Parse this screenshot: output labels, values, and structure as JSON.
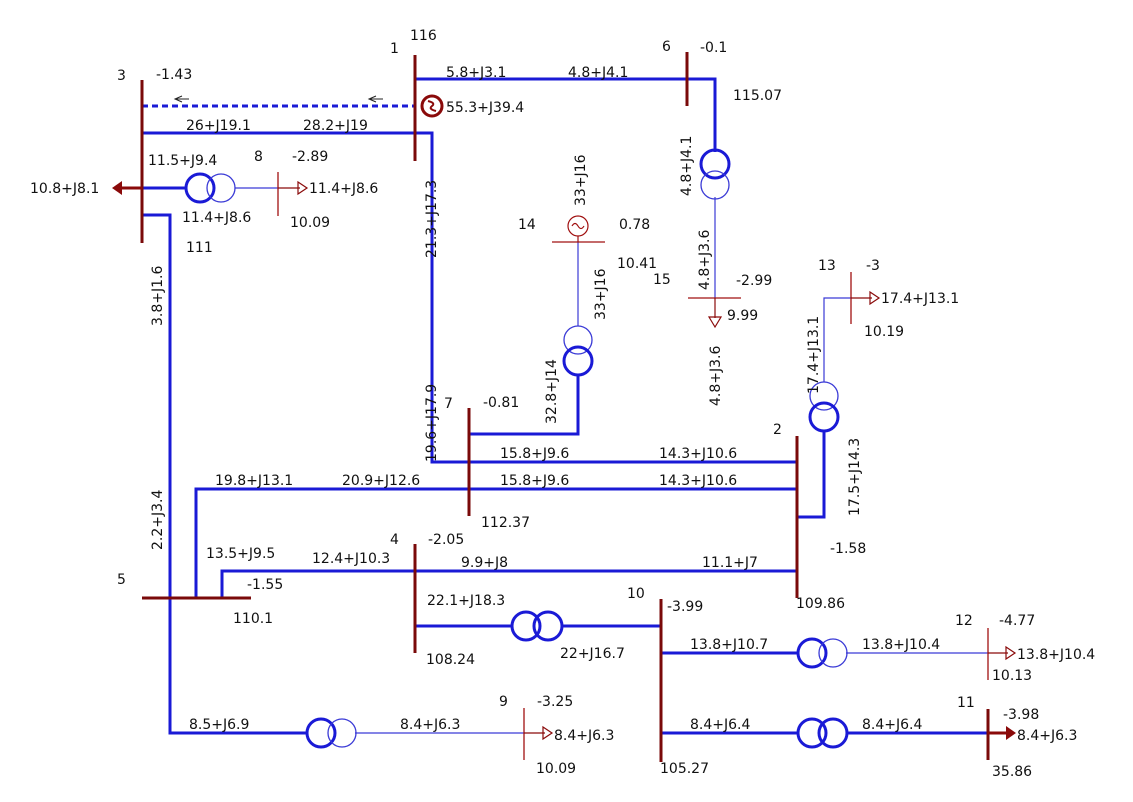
{
  "buses": [
    {
      "id": "1",
      "angle": "",
      "voltage": "116"
    },
    {
      "id": "2",
      "angle": "-1.58",
      "voltage": "109.86"
    },
    {
      "id": "3",
      "angle": "-1.43",
      "voltage": "111"
    },
    {
      "id": "4",
      "angle": "-2.05",
      "voltage": "108.24"
    },
    {
      "id": "5",
      "angle": "-1.55",
      "voltage": "110.1"
    },
    {
      "id": "6",
      "angle": "-0.1",
      "voltage": "115.07"
    },
    {
      "id": "7",
      "angle": "-0.81",
      "voltage": "112.37"
    },
    {
      "id": "8",
      "angle": "-2.89",
      "voltage": "10.09"
    },
    {
      "id": "9",
      "angle": "-3.25",
      "voltage": "10.09"
    },
    {
      "id": "10",
      "angle": "-3.99",
      "voltage": "105.27"
    },
    {
      "id": "11",
      "angle": "-3.98",
      "voltage": "35.86"
    },
    {
      "id": "12",
      "angle": "-4.77",
      "voltage": "10.13"
    },
    {
      "id": "13",
      "angle": "-3",
      "voltage": "10.19"
    },
    {
      "id": "14",
      "angle": "0.78",
      "voltage": "10.41"
    },
    {
      "id": "15",
      "angle": "-2.99",
      "voltage": "9.99"
    }
  ],
  "flows": {
    "f1_6_a": "5.8+J3.1",
    "f1_6_b": "4.8+J4.1",
    "f_source": "55.3+J39.4",
    "f3_1_a": "26+J19.1",
    "f3_1_b": "28.2+J19",
    "f3_8": "11.5+J9.4",
    "f3_load": "10.8+J8.1",
    "f8_load": "11.4+J8.6",
    "f8_lower": "11.4+J8.6",
    "f1_7": "21.3+J17.3",
    "f6_t": "4.8+J4.1",
    "f6_15": "4.8+J3.6",
    "f15_load": "4.8+J3.6",
    "f14_gen": "33+J16",
    "f14_line": "33+J16",
    "f14_7": "32.8+J14",
    "f3_5": "3.8+J1.6",
    "f7_in": "19.6+J17.9",
    "f7_2_a1": "15.8+J9.6",
    "f7_2_a2": "14.3+J10.6",
    "f7_2_b1": "15.8+J9.6",
    "f7_2_b2": "14.3+J10.6",
    "f5_2_a": "19.8+J13.1",
    "f5_2_b": "20.9+J12.6",
    "f5_3": "2.2+J3.4",
    "f5_4_a": "13.5+J9.5",
    "f5_4_b": "12.4+J10.3",
    "f4_2_a": "9.9+J8",
    "f4_2_b": "11.1+J7",
    "f2_13": "17.5+J14.3",
    "f13_t": "17.4+J13.1",
    "f13_load": "17.4+J13.1",
    "f4_10_a": "22.1+J18.3",
    "f4_10_b": "22+J16.7",
    "f10_12_a": "13.8+J10.7",
    "f10_12_b": "13.8+J10.4",
    "f12_load": "13.8+J10.4",
    "f10_11_a": "8.4+J6.4",
    "f10_11_b": "8.4+J6.4",
    "f11_load": "8.4+J6.3",
    "f5_9_a": "8.5+J6.9",
    "f5_9_b": "8.4+J6.3",
    "f9_load": "8.4+J6.3"
  }
}
